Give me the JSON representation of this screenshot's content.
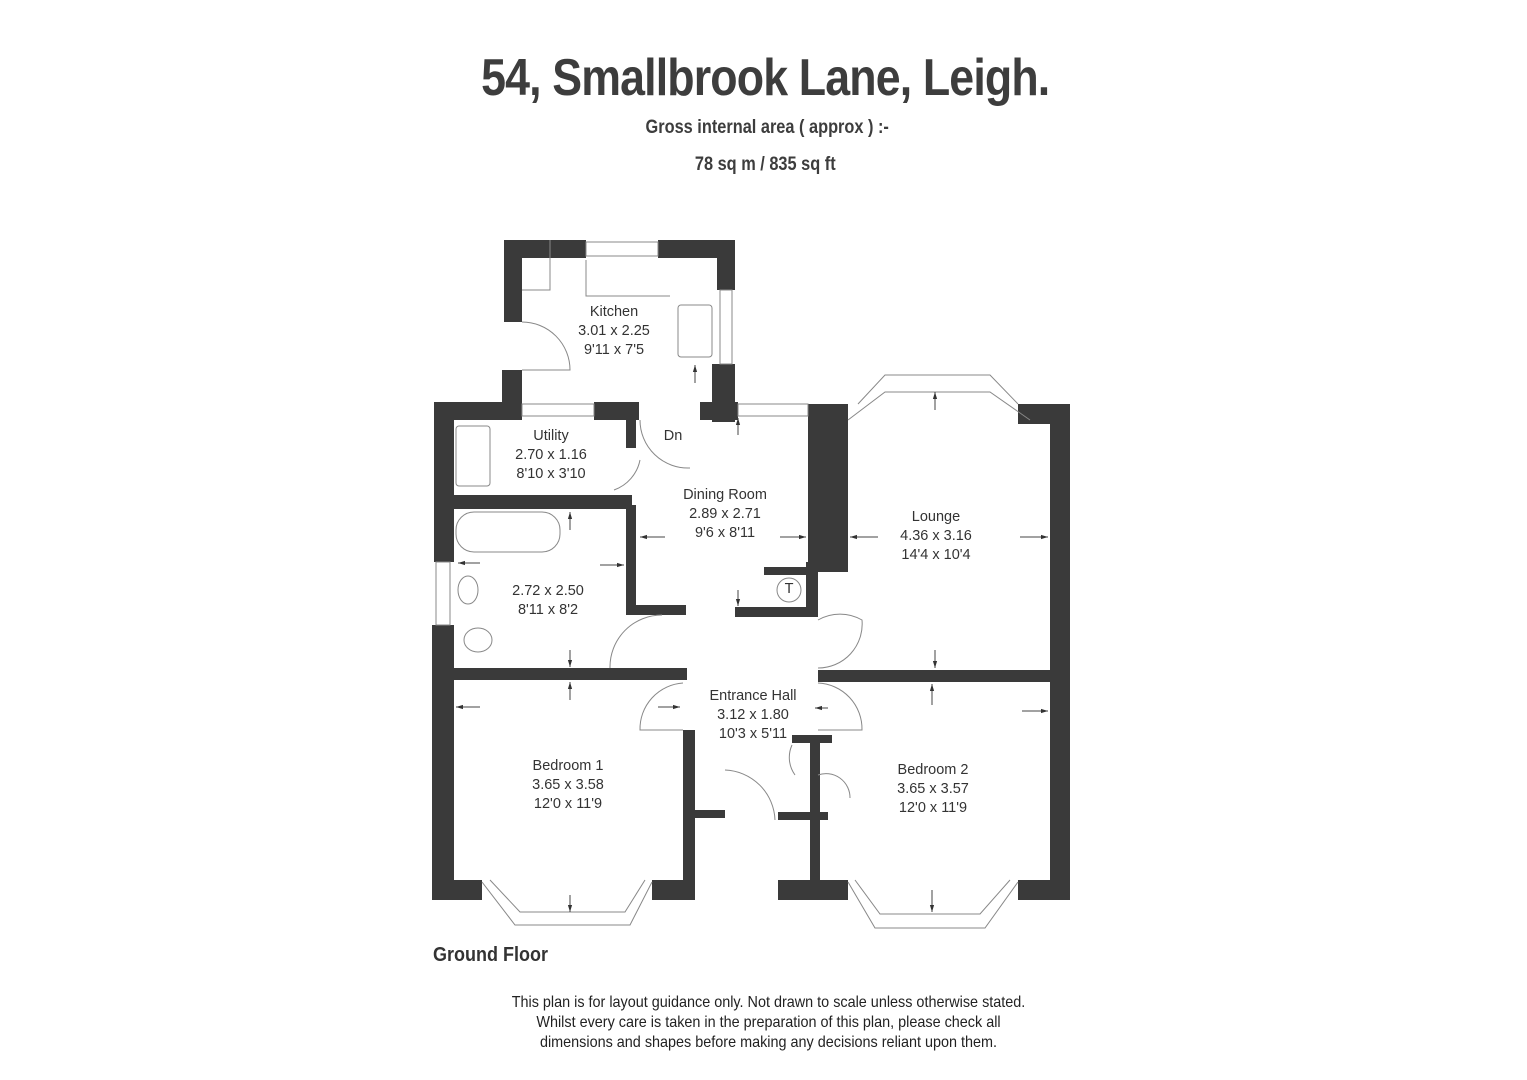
{
  "header": {
    "title": "54, Smallbrook Lane, Leigh.",
    "area_label": "Gross internal area ( approx ) :-",
    "area_value": "78 sq m  /  835 sq ft"
  },
  "plan": {
    "floor_label": "Ground Floor",
    "wall_color": "#3a3a3a",
    "rooms": [
      {
        "name": "Kitchen",
        "metric": "3.01 x 2.25",
        "imperial": "9'11 x 7'5"
      },
      {
        "name": "Utility",
        "metric": "2.70 x 1.16",
        "imperial": "8'10 x 3'10"
      },
      {
        "name": "Dining Room",
        "metric": "2.89 x 2.71",
        "imperial": "9'6 x 8'11"
      },
      {
        "name": "Lounge",
        "metric": "4.36 x 3.16",
        "imperial": "14'4 x 10'4"
      },
      {
        "name": "",
        "metric": "2.72 x 2.50",
        "imperial": "8'11 x 8'2"
      },
      {
        "name": "Entrance Hall",
        "metric": "3.12 x 1.80",
        "imperial": "10'3 x 5'11"
      },
      {
        "name": "Bedroom 1",
        "metric": "3.65 x 3.58",
        "imperial": "12'0 x 11'9"
      },
      {
        "name": "Bedroom 2",
        "metric": "3.65 x 3.57",
        "imperial": "12'0 x 11'9"
      }
    ],
    "annotations": {
      "stairs_down": "Dn",
      "cupboard_marker": "T"
    }
  },
  "footer": {
    "disclaimer_lines": [
      "This plan is for layout guidance only. Not drawn to scale unless otherwise stated.",
      "Whilst every care is taken in the preparation of this plan, please check all",
      "dimensions and shapes before making any decisions reliant upon them."
    ]
  }
}
